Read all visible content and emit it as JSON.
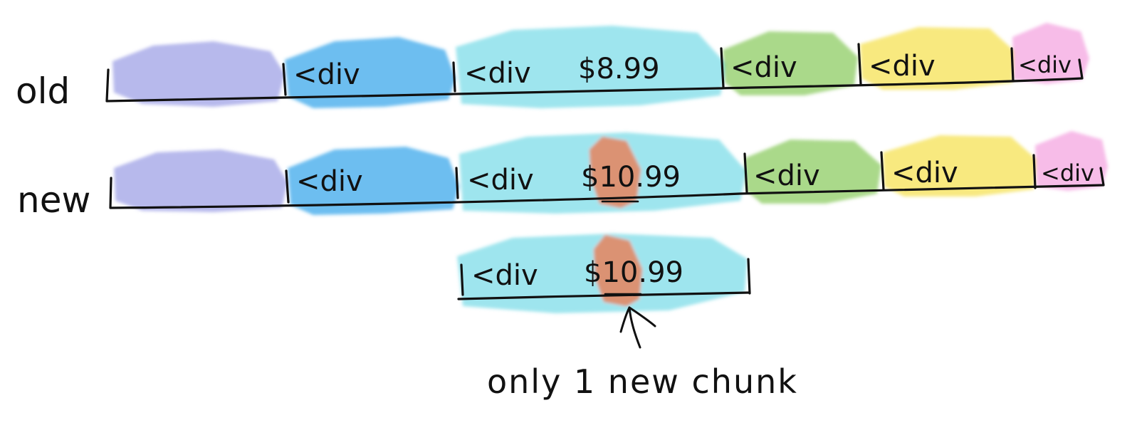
{
  "rows": [
    {
      "id": "old",
      "label": "old",
      "chunks": [
        {
          "text": "",
          "color": "#7b7fdc"
        },
        {
          "text": "<div",
          "color": "#2ea3ea"
        },
        {
          "text": "<div",
          "price": "$8.99",
          "color": "#4fd0e0"
        },
        {
          "text": "<div",
          "color": "#7cc44d"
        },
        {
          "text": "<div",
          "color": "#f5e04a"
        },
        {
          "text": "<div",
          "color": "#f28fd8"
        }
      ]
    },
    {
      "id": "new",
      "label": "new",
      "chunks": [
        {
          "text": "",
          "color": "#7b7fdc"
        },
        {
          "text": "<div",
          "color": "#2ea3ea"
        },
        {
          "text": "<div",
          "price": "$10.99",
          "color": "#4fd0e0",
          "changed": "10",
          "changed_color": "#f0774a"
        },
        {
          "text": "<div",
          "color": "#7cc44d"
        },
        {
          "text": "<div",
          "color": "#f5e04a"
        },
        {
          "text": "<div",
          "color": "#f28fd8"
        }
      ]
    }
  ],
  "detail_chunk": {
    "text": "<div",
    "price": "$10.99",
    "color": "#4fd0e0",
    "changed_color": "#f0774a"
  },
  "caption": "only 1 new chunk"
}
